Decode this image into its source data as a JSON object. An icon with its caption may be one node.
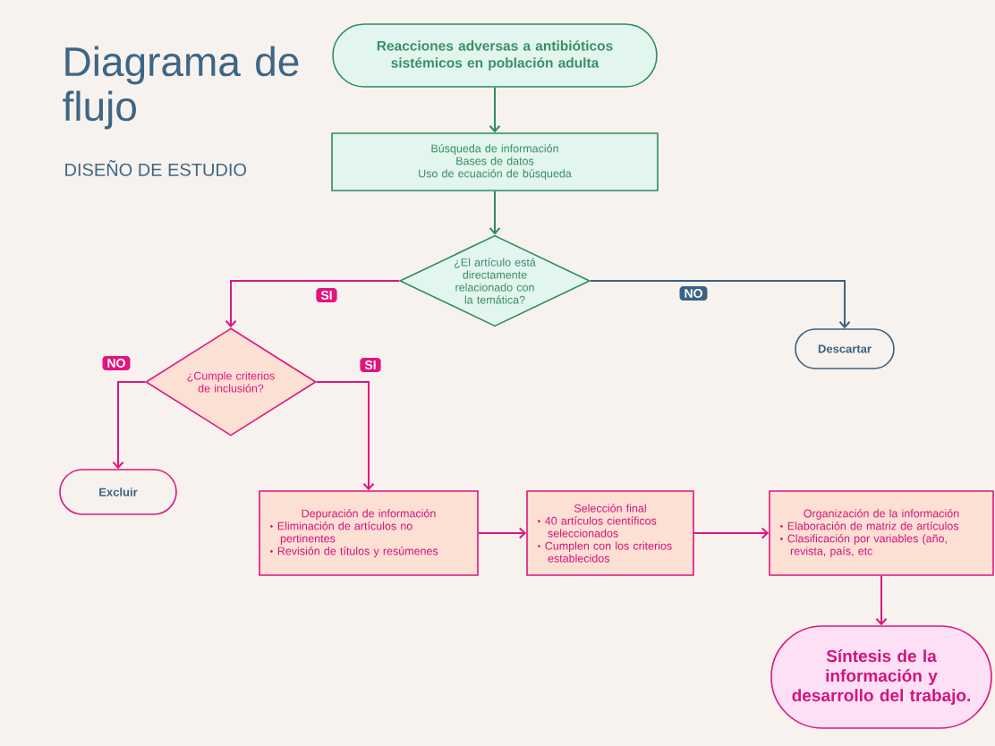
{
  "diagram": {
    "title": "Diagrama de flujo",
    "nodes": [
      {
        "text": [
          "Reacciones adversas a antibióticos sistémicos en población adulta"
        ]
      },
      {
        "text": [
          "Búsqueda de información",
          "Bases de datos",
          "Uso de ecuación de búsqueda"
        ]
      },
      {
        "text": [
          "¿El artículo está directamente relacionado con la temática?"
        ]
      },
      {
        "text": [
          "Descartar"
        ]
      },
      {
        "text": [
          "¿Cumple criterios de inclusión?"
        ]
      },
      {
        "text": [
          "Excluir"
        ]
      },
      {
        "text": [
          "Depuración de información",
          "Eliminación de artículos no pertinentes",
          "Revisión de títulos y resúmenes"
        ]
      },
      {
        "text": [
          "Selección final",
          "40 artículos científicos seleccionados",
          "Cumplen con los criterios establecidos"
        ]
      },
      {
        "text": [
          "Organización de la información",
          "Elaboración de matriz de artículos",
          "Clasificación por variables (año, revista, país, etc"
        ]
      },
      {
        "text": [
          "Síntesis de la información y desarrollo del trabajo."
        ]
      }
    ],
    "edges": [
      {
        "from": 0,
        "to": 1,
        "arrow": "to",
        "color": "#2e8b62"
      },
      {
        "from": 1,
        "to": 2,
        "arrow": "to",
        "color": "#2e8b62"
      },
      {
        "from": 2,
        "to": 4,
        "arrow": "to",
        "label": "SI"
      },
      {
        "from": 2,
        "to": 3,
        "arrow": "to",
        "label": "NO",
        "color": "#3a6283"
      },
      {
        "from": 4,
        "to": 5,
        "arrow": "to",
        "label": "NO"
      },
      {
        "from": 4,
        "to": 6,
        "arrow": "to",
        "label": "SI"
      },
      {
        "from": 6,
        "to": 7,
        "arrow": "to"
      },
      {
        "from": 7,
        "to": 8,
        "arrow": "to"
      },
      {
        "from": 8,
        "to": 9,
        "arrow": "to"
      }
    ],
    "labels": [
      "DISEÑO DE ESTUDIO"
    ]
  }
}
